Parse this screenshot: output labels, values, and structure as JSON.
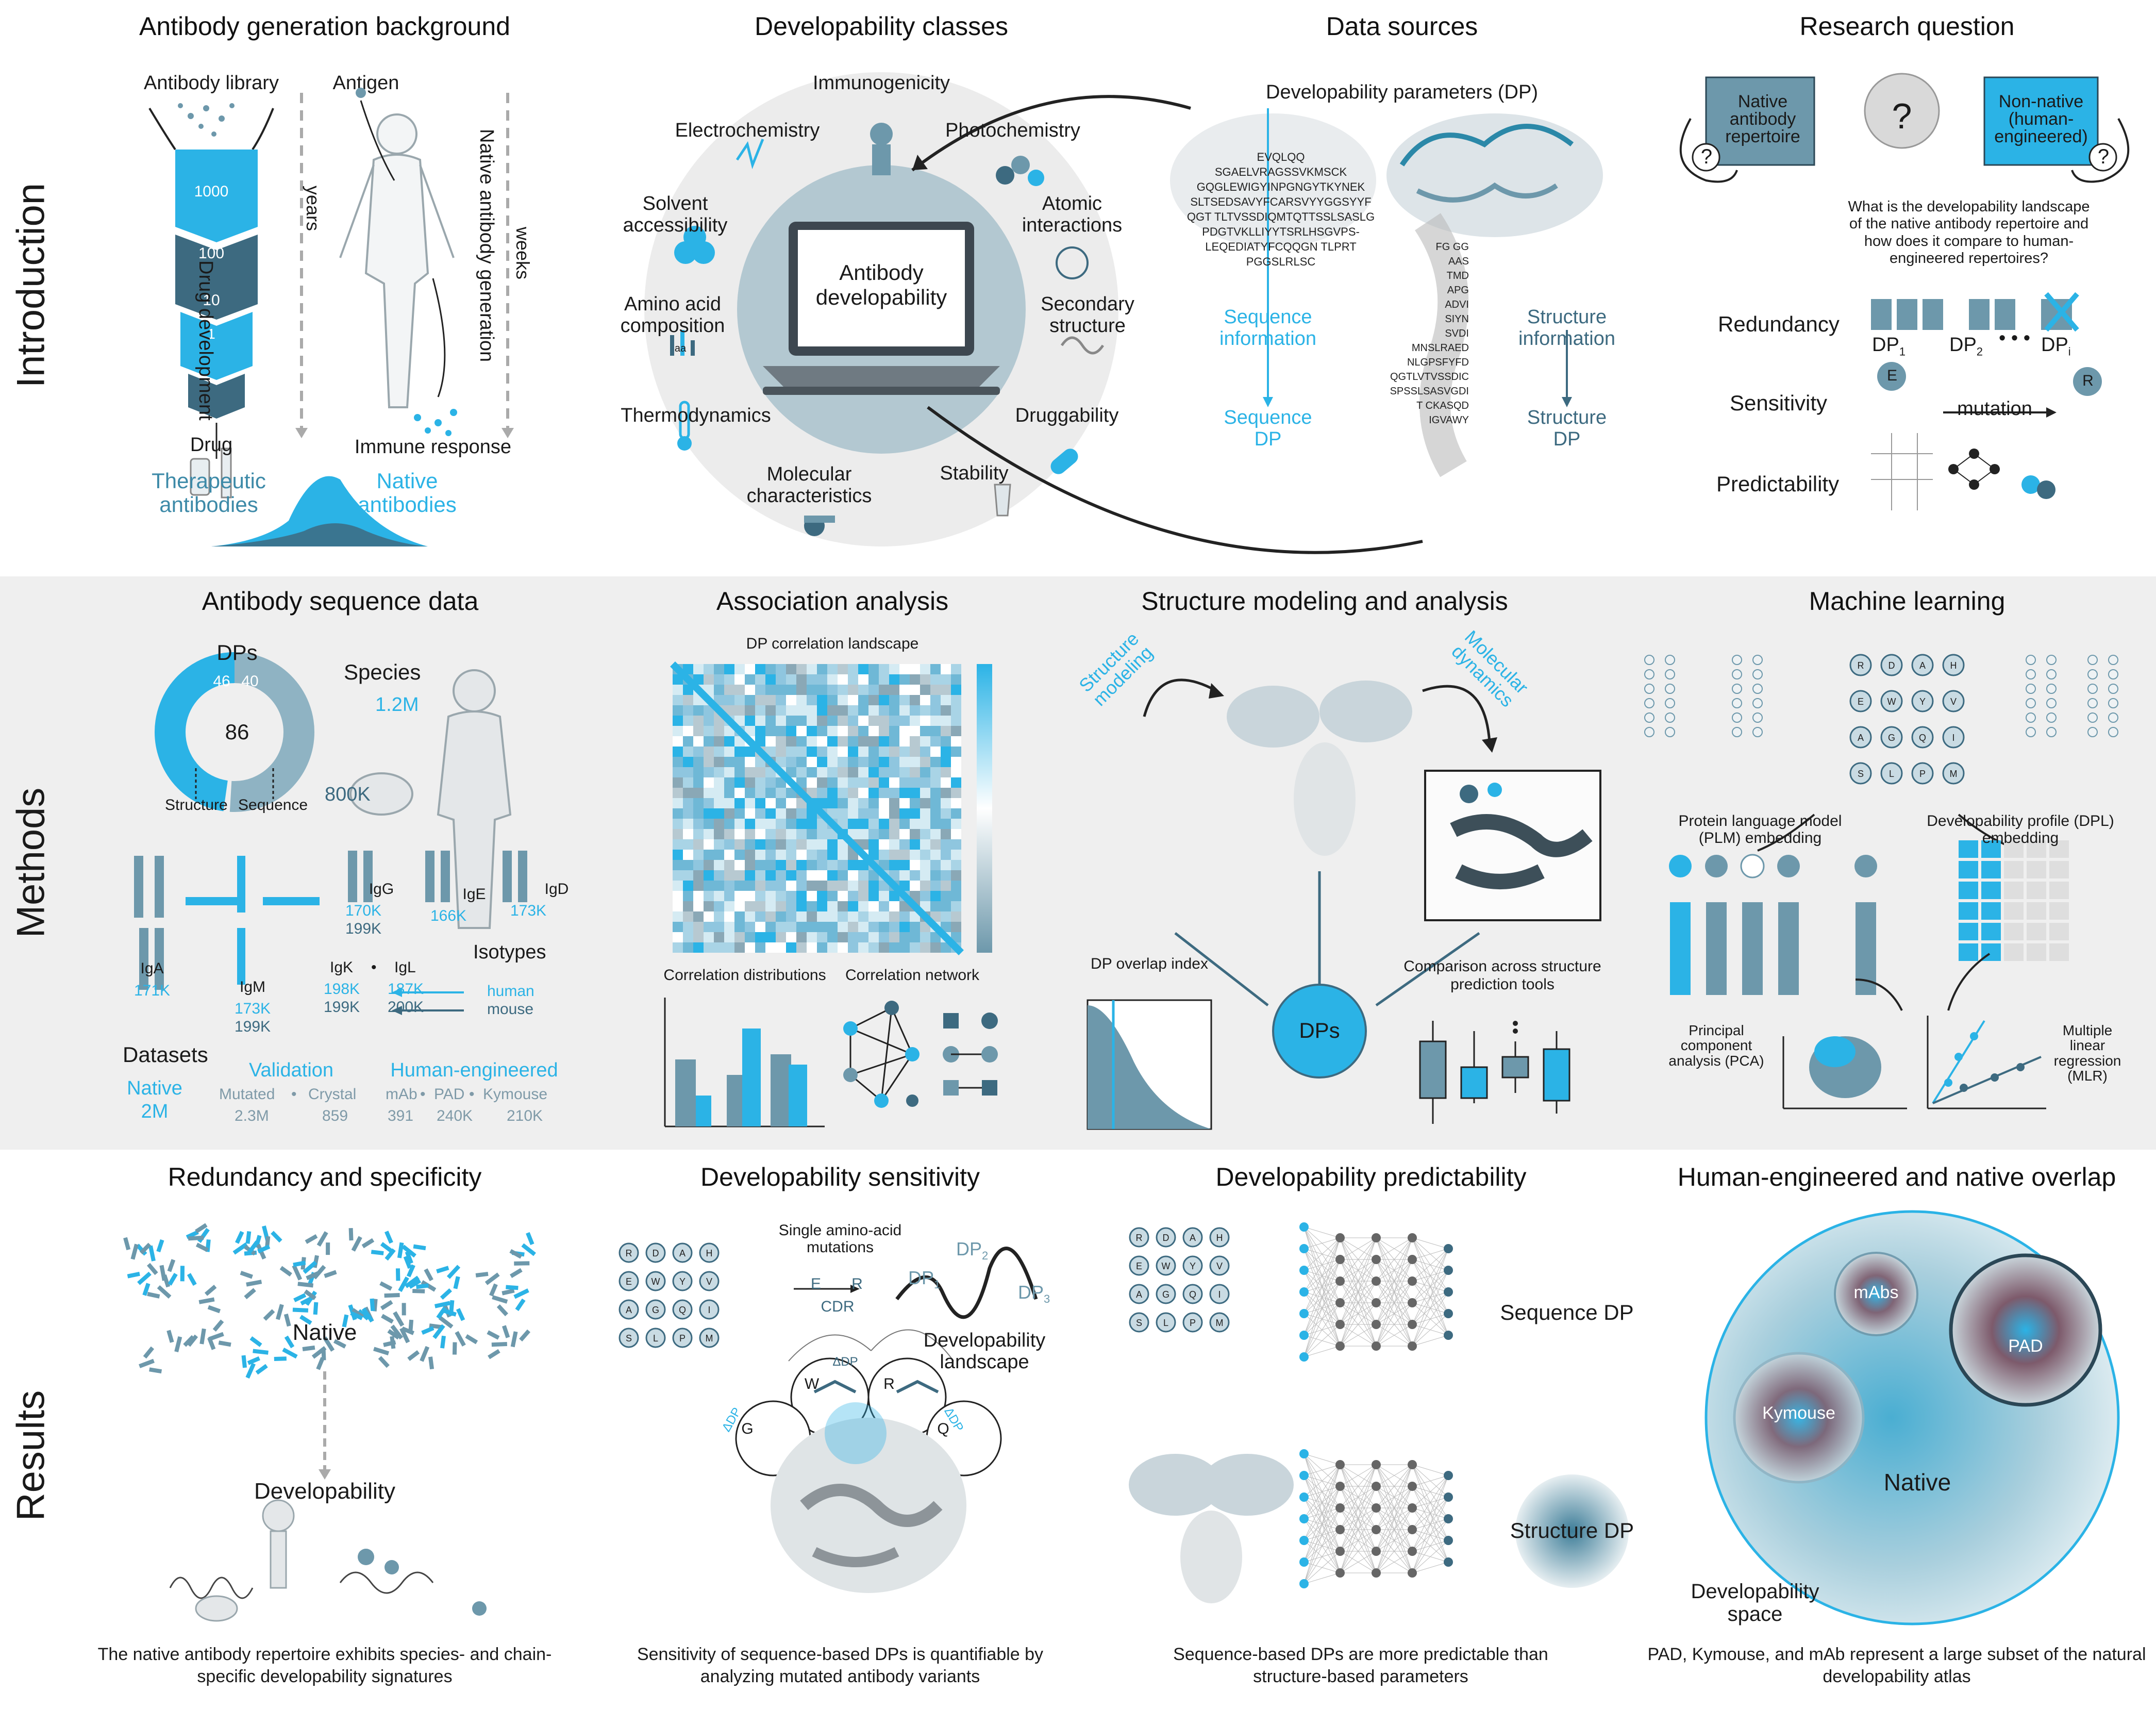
{
  "rows": {
    "introduction": "Introduction",
    "methods": "Methods",
    "results": "Results"
  },
  "intro": {
    "background": {
      "title": "Antibody generation background",
      "library": "Antibody library",
      "antigen": "Antigen",
      "funnel": [
        "1000",
        "100",
        "10",
        "1"
      ],
      "drug_development": "Drug development",
      "years": "years",
      "native_generation": "Native antibody generation",
      "weeks": "weeks",
      "drug": "Drug",
      "immune_response": "Immune response",
      "therapeutic": "Therapeutic antibodies",
      "native": "Native antibodies"
    },
    "classes": {
      "title": "Developability classes",
      "center": "Antibody developability",
      "items": [
        "Immunogenicity",
        "Electrochemistry",
        "Photochemistry",
        "Solvent accessibility",
        "Atomic interactions",
        "Amino acid composition",
        "Secondary structure",
        "Thermodynamics",
        "Druggability",
        "Molecular characteristics",
        "Stability"
      ],
      "aa": "aa"
    },
    "sources": {
      "title": "Data sources",
      "dp": "Developability parameters (DP)",
      "sequence_lines": [
        "EVQLQQ",
        "SGAELVRAGSSVKMSCK",
        "GQGLEWIGYINPGNGYTKYNEK",
        "SLTSEDSAVYFCARSVYYGGSYYF",
        "QGT TLTVSSDIQMTQTTSSLSASLG",
        "PDGTVKLLIYYTSRLHSGVPS-",
        "LEQEDIATYFCQQGN  TLPRT",
        "PGGSLRLSC"
      ],
      "sequence_info": "Sequence information",
      "sequence_dp": "Sequence DP",
      "structure_info": "Structure information",
      "structure_dp": "Structure DP",
      "side_seq": [
        "FG GG",
        "AAS",
        "TMD",
        "APG",
        "ADVI",
        "SIYN",
        "SVDI",
        "MNSLRAED",
        "NLGPSFYFD",
        "QGTLVTVSSDIC",
        "SPSSLSASVGDI",
        "T  CKASQD",
        "IGVAWY"
      ]
    },
    "question": {
      "title": "Research question",
      "native": "Native antibody repertoire",
      "nonnative": "Non-native (human-engineered)",
      "q": "?",
      "text": "What is the developability landscape of the native antibody repertoire and how does it compare to human-engineered repertoires?",
      "redundancy": "Redundancy",
      "sensitivity": "Sensitivity",
      "predictability": "Predictability",
      "dp1": "DP",
      "dp2": "DP",
      "dpi": "DP",
      "sub1": "1",
      "sub2": "2",
      "subi": "i",
      "dots": "• • •",
      "mutation": "mutation",
      "e": "E",
      "r": "R"
    }
  },
  "methods": {
    "sequence": {
      "title": "Antibody sequence data",
      "dps": "DPs",
      "donut_total": "86",
      "donut_structure": "46",
      "donut_sequence": "40",
      "structure": "Structure",
      "sequence": "Sequence",
      "species": "Species",
      "human_count": "1.2M",
      "mouse_count": "800K",
      "iga": "IgA",
      "iga_n": "171K",
      "igm": "IgM",
      "igm_h": "173K",
      "igm_m": "199K",
      "igg": "IgG",
      "igg_h": "170K",
      "igg_m": "199K",
      "ige": "IgE",
      "ige_n": "166K",
      "igd": "IgD",
      "igd_n": "173K",
      "isotypes": "Isotypes",
      "igk": "IgK",
      "igl": "IgL",
      "dot": "•",
      "igk_h": "198K",
      "igk_m": "199K",
      "igl_h": "187K",
      "igl_m": "200K",
      "human": "human",
      "mouse": "mouse",
      "datasets": "Datasets",
      "native": "Native",
      "native_n": "2M",
      "validation": "Validation",
      "mutated": "Mutated",
      "crystal": "Crystal",
      "mutated_n": "2.3M",
      "crystal_n": "859",
      "human_engineered": "Human-engineered",
      "mab": "mAb",
      "pad": "PAD",
      "kymouse": "Kymouse",
      "mab_n": "391",
      "pad_n": "240K",
      "kymouse_n": "210K"
    },
    "association": {
      "title": "Association analysis",
      "landscape": "DP correlation landscape",
      "distributions": "Correlation distributions",
      "network": "Correlation network"
    },
    "structure": {
      "title": "Structure modeling and analysis",
      "modeling": "Structure modeling",
      "dynamics": "Molecular dynamics",
      "overlap": "DP overlap index",
      "dps": "DPs",
      "comparison": "Comparison across structure prediction tools"
    },
    "ml": {
      "title": "Machine learning",
      "plm": "Protein language model (PLM) embedding",
      "dpl": "Developability profile (DPL) embedding",
      "pca": "Principal component analysis (PCA)",
      "mlr": "Multiple linear regression (MLR)"
    }
  },
  "results": {
    "redundancy": {
      "title": "Redundancy and specificity",
      "native": "Native",
      "developability": "Developability",
      "caption": "The native antibody repertoire exhibits species- and chain-specific developability signatures"
    },
    "sensitivity": {
      "title": "Developability sensitivity",
      "single": "Single amino-acid mutations",
      "e": "E",
      "r": "R",
      "cdr": "CDR",
      "dp1": "DP",
      "dp2": "DP",
      "dp3": "DP",
      "s1": "1",
      "s2": "2",
      "s3": "3",
      "landscape": "Developability landscape",
      "ddp": "ΔDP",
      "w": "W",
      "g": "G",
      "q": "Q",
      "caption": "Sensitivity of sequence-based DPs is quantifiable by analyzing mutated antibody variants"
    },
    "predictability": {
      "title": "Developability predictability",
      "sequence_dp": "Sequence DP",
      "structure_dp": "Structure DP",
      "caption": "Sequence-based DPs are more predictable than structure-based parameters"
    },
    "overlap": {
      "title": "Human-engineered and native overlap",
      "mabs": "mAbs",
      "pad": "PAD",
      "kymouse": "Kymouse",
      "native": "Native",
      "space": "Developability space",
      "caption": "PAD, Kymouse, and mAb represent a large subset of the natural developability atlas"
    }
  },
  "letters": [
    "R",
    "D",
    "A",
    "H",
    "E",
    "W",
    "Y",
    "V",
    "A",
    "G",
    "Q",
    "I",
    "S",
    "L",
    "P",
    "M"
  ],
  "colors": {
    "accent": "#2bb3e6",
    "dark": "#3d6a80",
    "mid": "#6d98ab",
    "grey": "#b5c7cf"
  }
}
